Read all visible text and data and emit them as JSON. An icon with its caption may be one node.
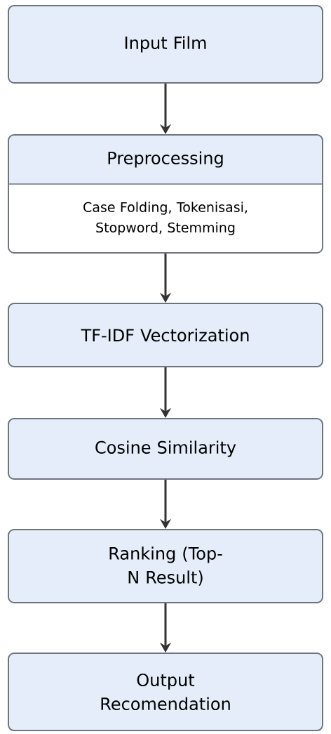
{
  "diagram": {
    "nodes": [
      {
        "text": [
          "Input Film"
        ]
      },
      {
        "text": [
          "Preprocessing",
          "Case Folding, Tokenisasi, Stopword, Stemming"
        ]
      },
      {
        "text": [
          "TF-IDF Vectorization"
        ]
      },
      {
        "text": [
          "Cosine Similarity"
        ]
      },
      {
        "text": [
          "Ranking (Top-N Result)"
        ]
      },
      {
        "text": [
          "Output Recomendation"
        ]
      }
    ],
    "edges": [
      {
        "from": 0,
        "to": 1,
        "arrow": "to"
      },
      {
        "from": 1,
        "to": 2,
        "arrow": "to"
      },
      {
        "from": 2,
        "to": 3,
        "arrow": "to"
      },
      {
        "from": 3,
        "to": 4,
        "arrow": "to"
      },
      {
        "from": 4,
        "to": 5,
        "arrow": "to"
      }
    ]
  }
}
